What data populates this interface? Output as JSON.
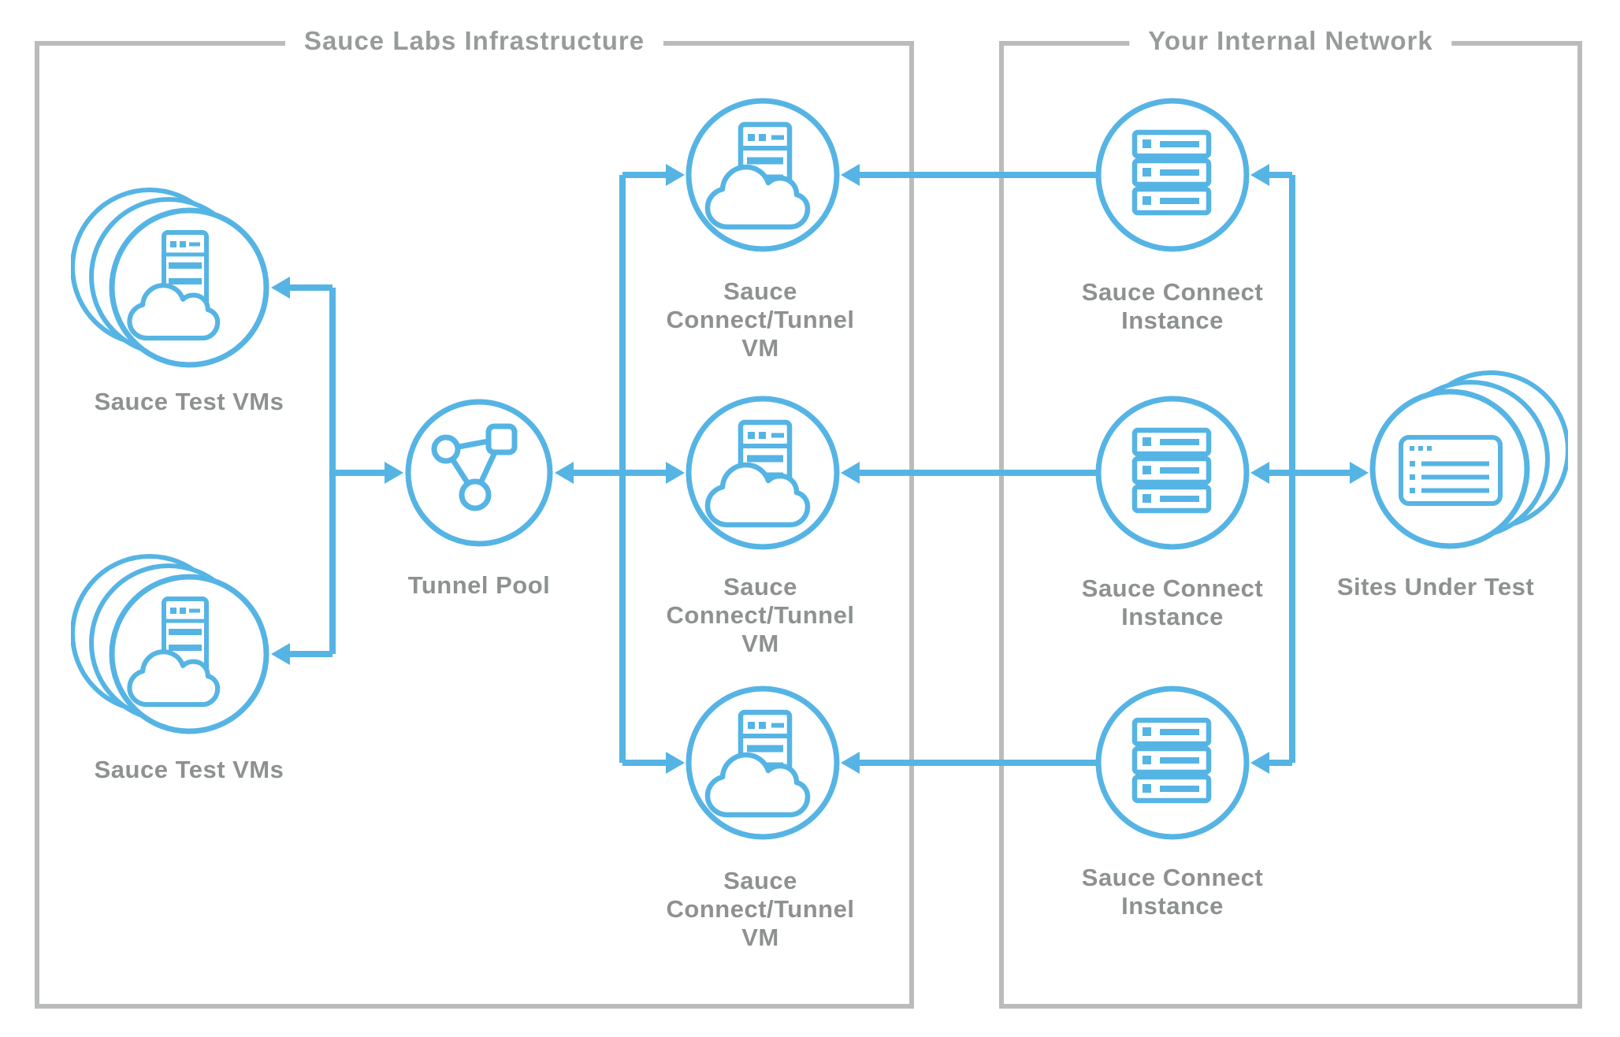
{
  "zones": [
    {
      "id": "sauce-labs-infrastructure",
      "title": "Sauce Labs Infrastructure"
    },
    {
      "id": "your-internal-network",
      "title": "Your Internal Network"
    }
  ],
  "colors": {
    "accent_blue": "#55b4e4",
    "text_gray": "#8e9191",
    "zone_border_gray": "#babcbc"
  },
  "nodes": [
    {
      "id": "sauce-test-vms-top",
      "icon": "cloud-server-stack-icon",
      "lines": [
        "Sauce Test VMs"
      ]
    },
    {
      "id": "sauce-test-vms-bottom",
      "icon": "cloud-server-stack-icon",
      "lines": [
        "Sauce Test VMs"
      ]
    },
    {
      "id": "tunnel-pool",
      "icon": "network-nodes-icon",
      "lines": [
        "Tunnel Pool"
      ]
    },
    {
      "id": "sauce-connect-tunnel-vm-1",
      "icon": "cloud-server-icon",
      "lines": [
        "Sauce",
        "Connect/Tunnel",
        "VM"
      ]
    },
    {
      "id": "sauce-connect-tunnel-vm-2",
      "icon": "cloud-server-icon",
      "lines": [
        "Sauce",
        "Connect/Tunnel",
        "VM"
      ]
    },
    {
      "id": "sauce-connect-tunnel-vm-3",
      "icon": "cloud-server-icon",
      "lines": [
        "Sauce",
        "Connect/Tunnel",
        "VM"
      ]
    },
    {
      "id": "sauce-connect-instance-1",
      "icon": "server-rack-icon",
      "lines": [
        "Sauce Connect",
        "Instance"
      ]
    },
    {
      "id": "sauce-connect-instance-2",
      "icon": "server-rack-icon",
      "lines": [
        "Sauce Connect",
        "Instance"
      ]
    },
    {
      "id": "sauce-connect-instance-3",
      "icon": "server-rack-icon",
      "lines": [
        "Sauce Connect",
        "Instance"
      ]
    },
    {
      "id": "sites-under-test",
      "icon": "browser-window-stack-icon",
      "lines": [
        "Sites Under Test"
      ]
    }
  ]
}
